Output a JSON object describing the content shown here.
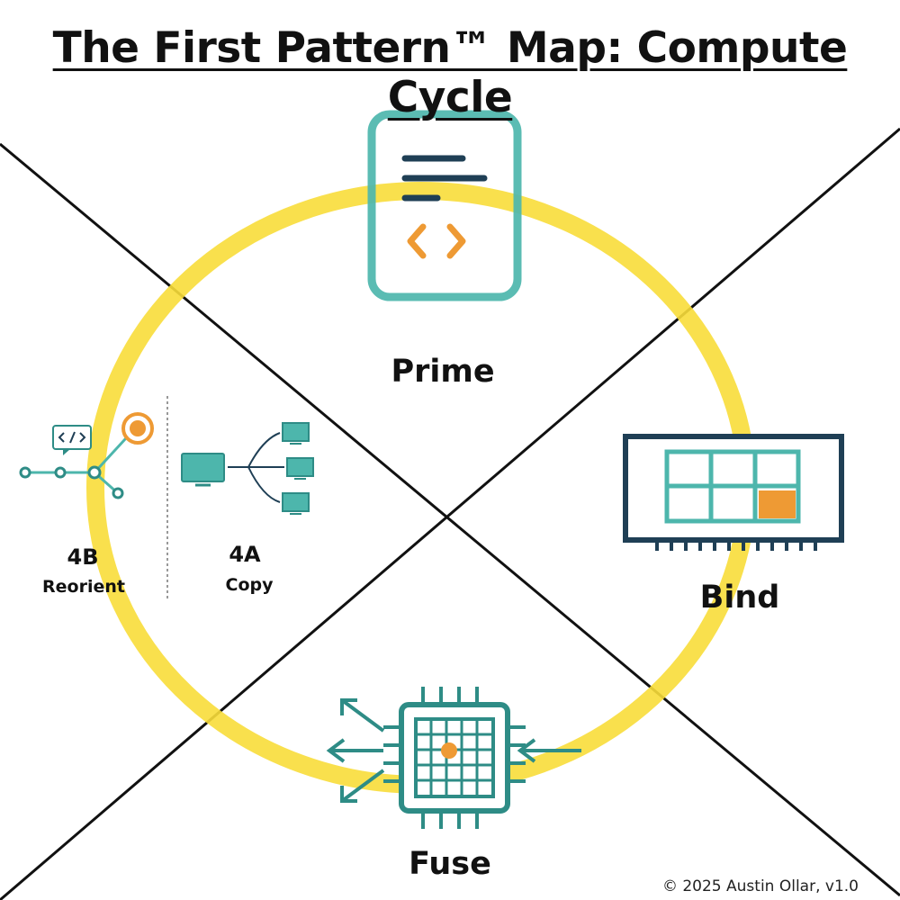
{
  "title": "The First Pattern™ Map: Compute Cycle",
  "stages": {
    "prime": "Prime",
    "bind": "Bind",
    "fuse": "Fuse",
    "copy_code": "4A",
    "copy_label": "Copy",
    "reorient_code": "4B",
    "reorient_label": "Reorient"
  },
  "copyright": "© 2025 Austin Ollar, v1.0",
  "colors": {
    "cycle": "#F8DD3A",
    "teal": "#4DB6AC",
    "dark_teal": "#2E8C86",
    "navy": "#1F3F55",
    "orange": "#EE9A34",
    "line": "#111111"
  },
  "icons": {
    "prime": "code-document-icon",
    "bind": "memory-grid-icon",
    "fuse": "processor-chip-icon",
    "copy": "branching-monitors-icon",
    "reorient": "node-path-icon"
  }
}
